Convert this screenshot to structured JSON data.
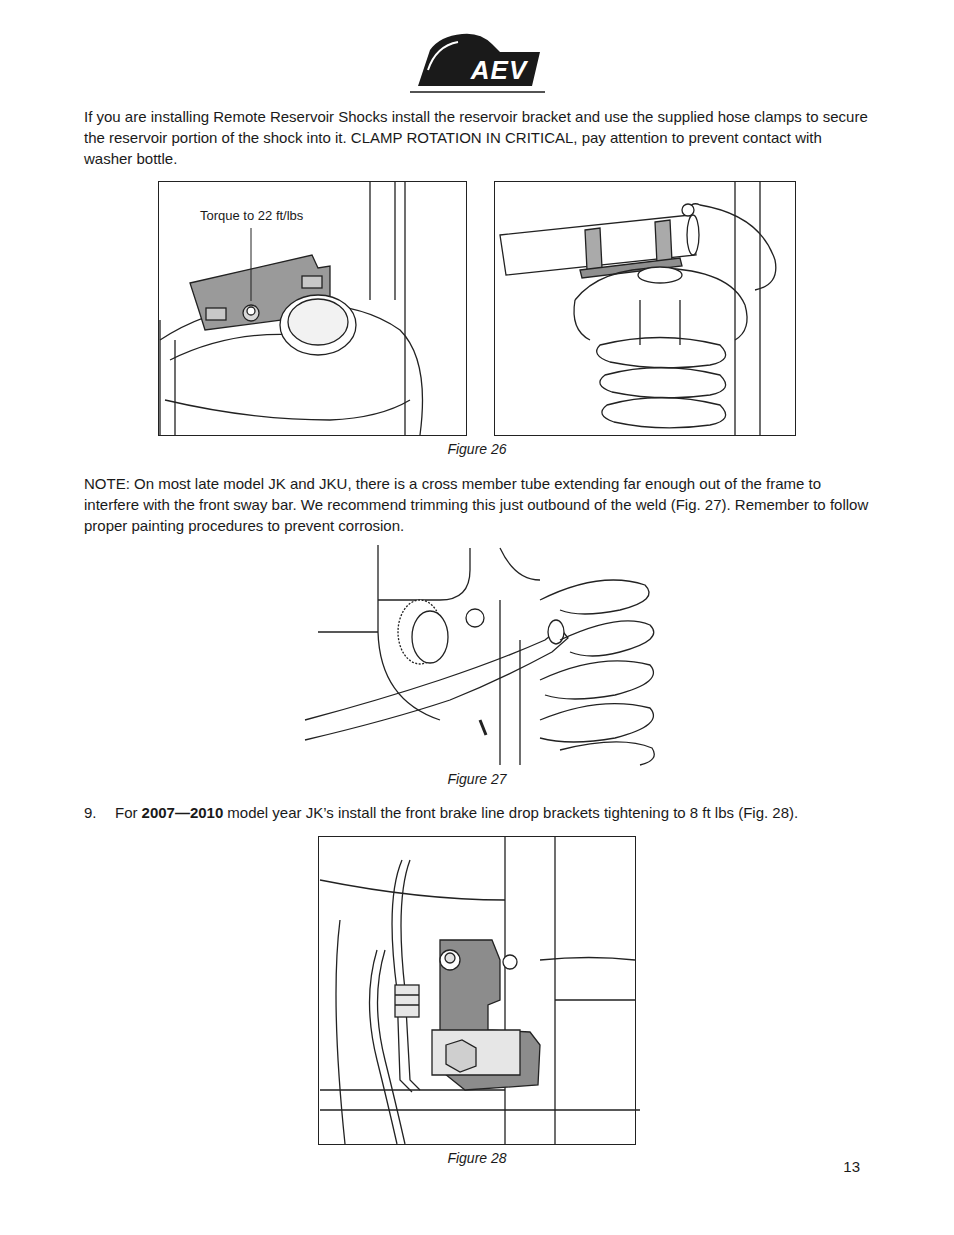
{
  "diagram": {
    "labels": [
      "AEV",
      "If you are installing Remote Reservoir Shocks install the reservoir bracket and use the supplied hose clamps to secure the reservoir portion of the shock into it. CLAMP ROTATION IN CRITICAL, pay attention to prevent contact with washer bottle.",
      "Torque to 22 ft/lbs",
      "Figure 26",
      "NOTE: On most late model JK and JKU, there is a cross member tube extending far enough out of the frame to interfere with the front sway bar. We recommend trimming this just outbound of the weld (Fig. 27). Remember to follow proper painting procedures to prevent corrosion.",
      "Figure 27",
      "9.",
      "For",
      "2007—2010",
      "model year JK’s install the front brake line drop brackets tightening to 8 ft lbs (Fig. 28).",
      "Figure 28",
      "13"
    ]
  }
}
